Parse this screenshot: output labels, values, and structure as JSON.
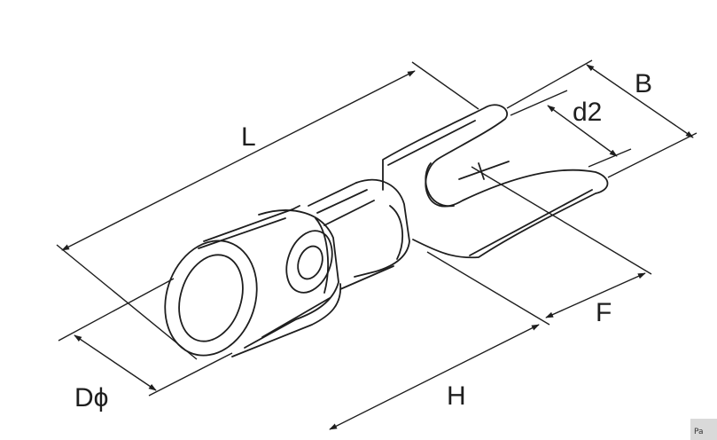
{
  "diagram": {
    "labels": {
      "L": "L",
      "B": "B",
      "d2": "d2",
      "F": "F",
      "H": "H",
      "D": "Dϕ"
    },
    "corner_tag": "Pa"
  },
  "colors": {
    "stroke": "#1e1e1e",
    "background": "#ffffff",
    "tag_background": "#d9d9d9"
  }
}
